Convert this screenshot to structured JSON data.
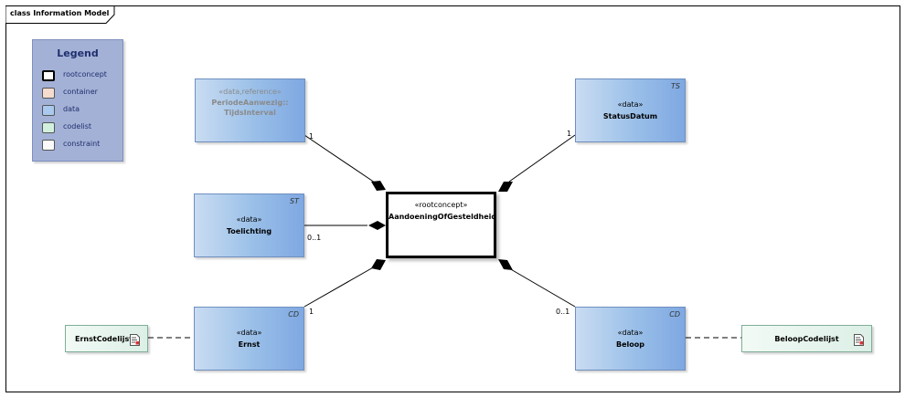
{
  "diagram": {
    "title": "class Information Model"
  },
  "legend": {
    "title": "Legend",
    "items": [
      {
        "label": "rootconcept",
        "color": "#ffffff"
      },
      {
        "label": "container",
        "color": "#f5dccf"
      },
      {
        "label": "data",
        "color": "#a9c9ee"
      },
      {
        "label": "codelist",
        "color": "#d2f0de"
      },
      {
        "label": "constraint",
        "color": "#fafafa"
      }
    ]
  },
  "root": {
    "stereotype": "«rootconcept»",
    "name": "AandoeningOfGesteldheid"
  },
  "classes": {
    "periode": {
      "stereotype": "«data,reference»",
      "name_line1": "PeriodeAanwezig::",
      "name_line2": "TijdsInterval",
      "tag": ""
    },
    "status": {
      "stereotype": "«data»",
      "name": "StatusDatum",
      "tag": "TS"
    },
    "toelichting": {
      "stereotype": "«data»",
      "name": "Toelichting",
      "tag": "ST"
    },
    "ernst": {
      "stereotype": "«data»",
      "name": "Ernst",
      "tag": "CD"
    },
    "beloop": {
      "stereotype": "«data»",
      "name": "Beloop",
      "tag": "CD"
    }
  },
  "codelists": {
    "ernst": {
      "name": "ErnstCodelijst"
    },
    "beloop": {
      "name": "BeloopCodelijst"
    }
  },
  "multiplicities": {
    "periode": "1",
    "status": "1",
    "toelichting": "0..1",
    "ernst": "1",
    "beloop": "0..1"
  }
}
